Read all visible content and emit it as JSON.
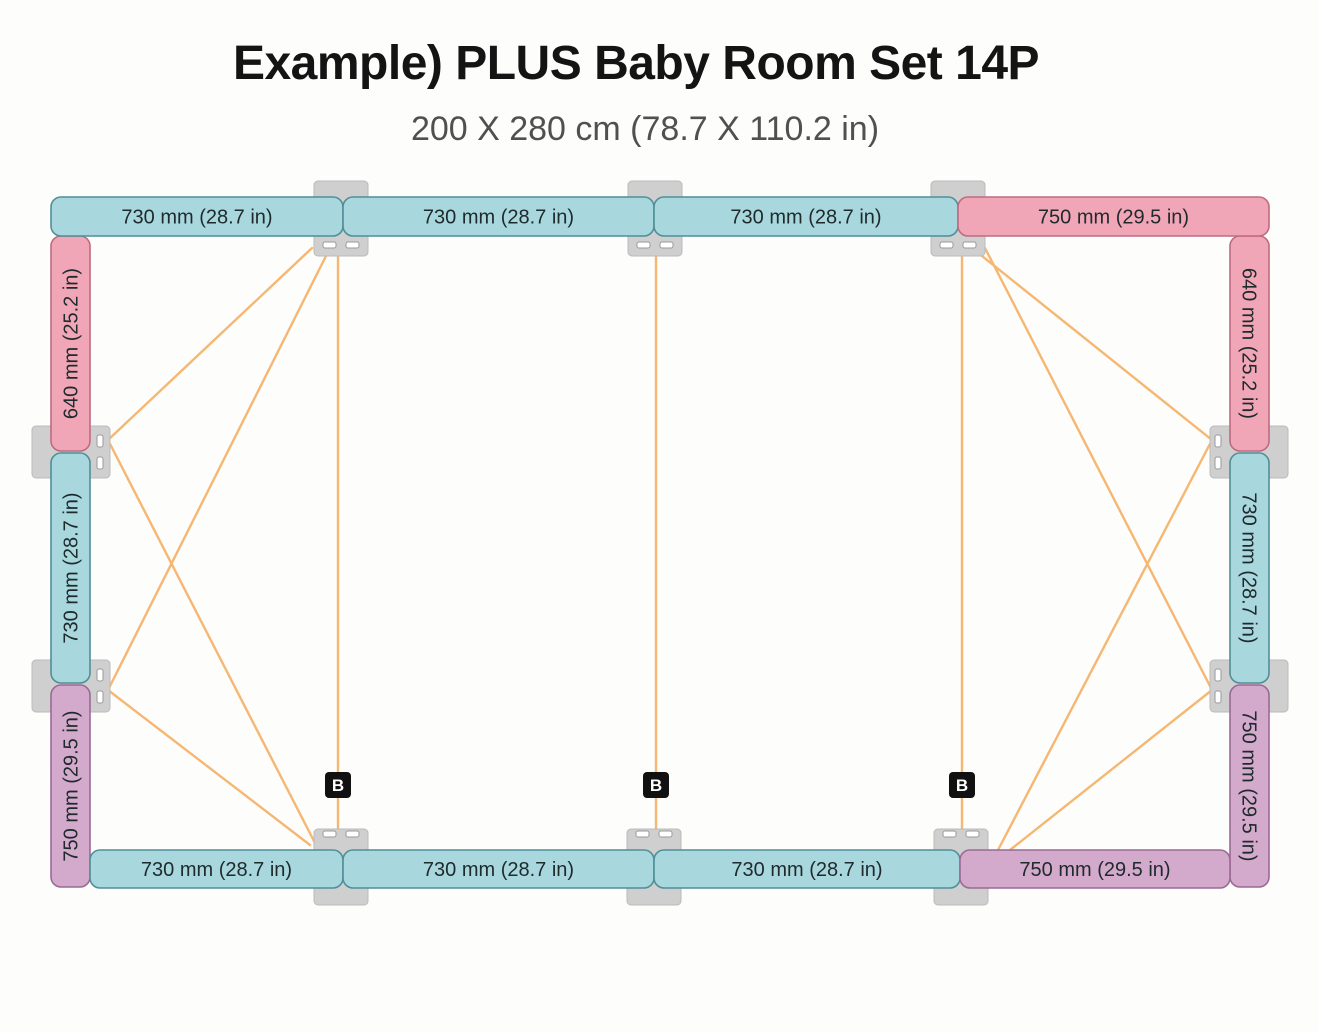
{
  "title": "Example) PLUS Baby Room Set 14P",
  "subtitle": "200 X 280 cm (78.7 X 110.2 in)",
  "colors": {
    "teal": "#a9d7de",
    "teal_border": "#4f8f98",
    "pink": "#f1a6b7",
    "pink_border": "#bf6b80",
    "purple": "#d3a9cc",
    "purple_border": "#9a6a95",
    "connector": "#cfcfcf",
    "cable": "#f6b772",
    "badge": "#111111"
  },
  "badge_label": "B",
  "panels": {
    "top": [
      "730 mm (28.7 in)",
      "730 mm (28.7 in)",
      "730 mm (28.7 in)",
      "750 mm (29.5 in)"
    ],
    "left": [
      "640 mm (25.2 in)",
      "730 mm (28.7 in)",
      "750 mm (29.5 in)"
    ],
    "right": [
      "640 mm (25.2 in)",
      "730 mm (28.7 in)",
      "750 mm (29.5 in)"
    ],
    "bottom": [
      "730 mm (28.7 in)",
      "730 mm (28.7 in)",
      "730 mm (28.7 in)",
      "750 mm (29.5 in)"
    ]
  }
}
